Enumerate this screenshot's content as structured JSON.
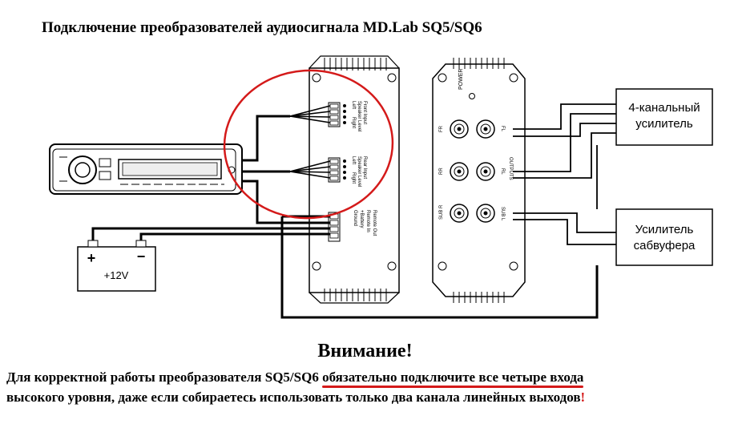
{
  "title": "Подключение преобразователей аудиосигнала MD.Lab SQ5/SQ6",
  "battery": {
    "plus": "+",
    "minus": "−",
    "label": "+12V"
  },
  "amp4": {
    "line1": "4-канальный",
    "line2": "усилитель"
  },
  "ampsub": {
    "line1": "Усилитель",
    "line2": "сабвуфера"
  },
  "converter": {
    "front_label_1": "Front Input",
    "front_label_2": "Speaker Level",
    "front_left": "Left",
    "front_right": "Right",
    "rear_label_1": "Rear Input",
    "rear_label_2": "Speaker Level",
    "rear_left": "Left",
    "rear_right": "Right",
    "power_1": "Remote Out",
    "power_2": "Remote In",
    "power_3": "+Battery",
    "power_4": "Ground"
  },
  "output_unit": {
    "power": "POWER",
    "fr": "FR",
    "fl": "FL",
    "rr": "RR",
    "rl": "RL",
    "subr": "SUB R",
    "subl": "SUB L",
    "outputs": "OUTPUTS"
  },
  "warning": {
    "title": "Внимание!",
    "line1_a": "Для корректной работы преобразователя SQ5/SQ6 ",
    "line1_b": "обязательно подключите все четыре входа",
    "line2_a": "высокого уровня, даже если собираетесь использовать только два канала линейных выходов",
    "line2_b": "!"
  },
  "colors": {
    "highlight": "#d41a1a",
    "wire": "#000000"
  }
}
